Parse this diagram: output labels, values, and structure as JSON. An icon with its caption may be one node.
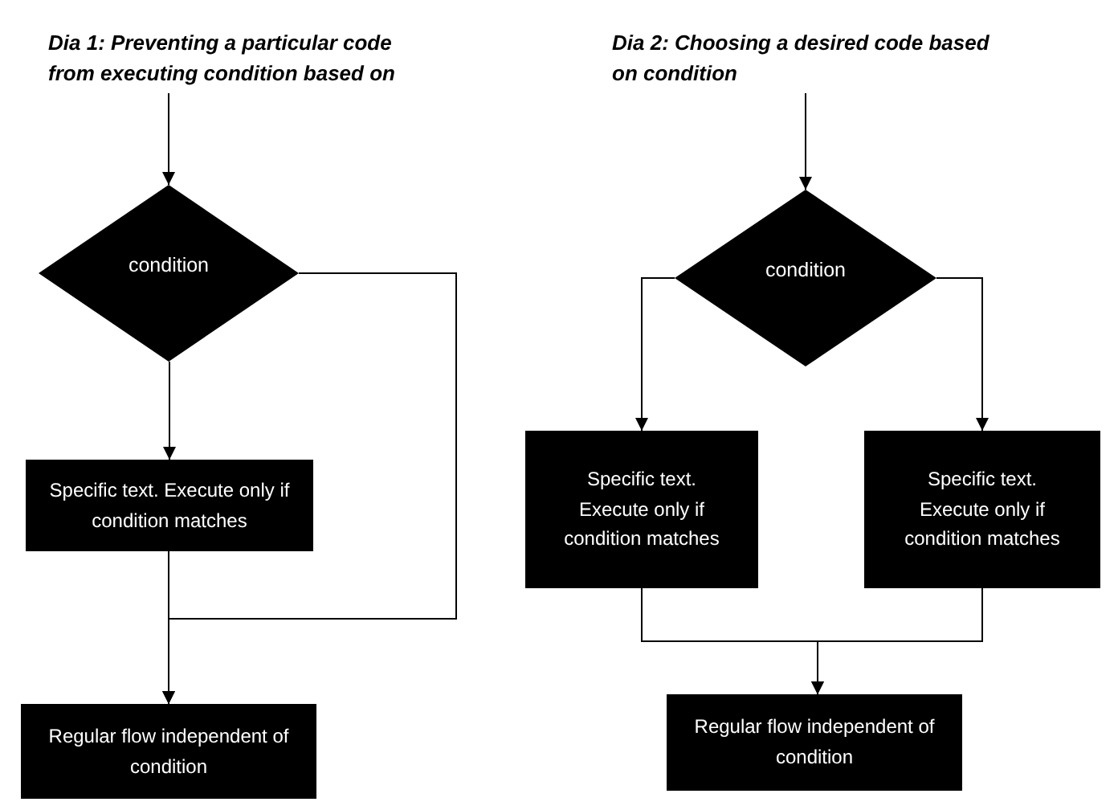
{
  "diagram": {
    "nodes": [
      {
        "text": [
          "Dia 1: Preventing a particular code from executing condition based on"
        ]
      },
      {
        "text": [
          "condition"
        ]
      },
      {
        "text": [
          "Specific text. Execute only if condition matches"
        ]
      },
      {
        "text": [
          "Regular flow independent of condition"
        ]
      },
      {
        "text": [
          "Dia 2: Choosing a desired code based on condition"
        ]
      },
      {
        "text": [
          "condition"
        ]
      },
      {
        "text": [
          "Specific text. Execute only if condition matches"
        ]
      },
      {
        "text": [
          "Specific text. Execute only if condition matches"
        ]
      },
      {
        "text": [
          "Regular flow independent of condition"
        ]
      }
    ],
    "edges": [
      {
        "from": 0,
        "to": 1,
        "arrow": "to"
      },
      {
        "from": 1,
        "to": 2,
        "arrow": "to"
      },
      {
        "from": 2,
        "to": 3,
        "arrow": "to"
      },
      {
        "from": 1,
        "to": 3,
        "arrow": "to"
      },
      {
        "from": 4,
        "to": 5,
        "arrow": "to"
      },
      {
        "from": 5,
        "to": 6,
        "arrow": "to"
      },
      {
        "from": 5,
        "to": 7,
        "arrow": "to"
      },
      {
        "from": 6,
        "to": 8,
        "arrow": "to"
      },
      {
        "from": 7,
        "to": 8,
        "arrow": "to"
      }
    ]
  }
}
